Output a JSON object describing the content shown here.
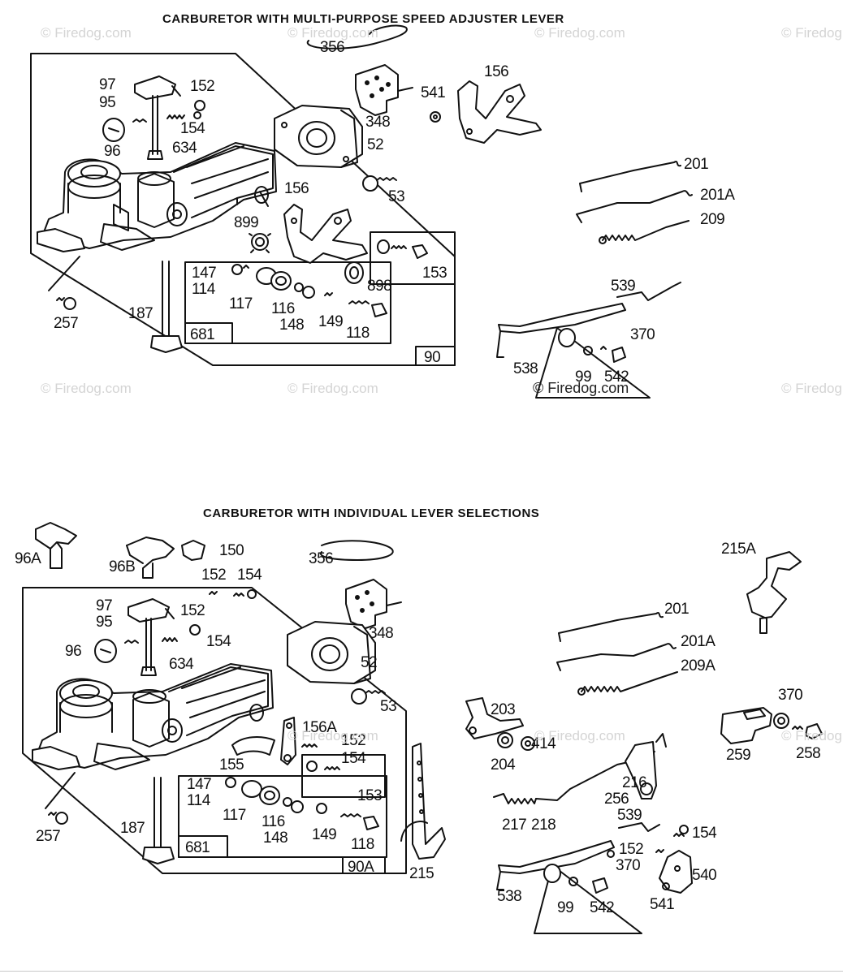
{
  "diagram_1": {
    "title": "CARBURETOR WITH MULTI-PURPOSE SPEED ADJUSTER LEVER",
    "part_labels": [
      "356",
      "97",
      "152",
      "95",
      "154",
      "96",
      "634",
      "348",
      "541",
      "156",
      "52",
      "53",
      "201",
      "201A",
      "209",
      "899",
      "156",
      "153",
      "147",
      "114",
      "117",
      "116",
      "148",
      "149",
      "118",
      "898",
      "257",
      "187",
      "681",
      "90",
      "539",
      "370",
      "538",
      "99",
      "542"
    ]
  },
  "diagram_2": {
    "title": "CARBURETOR WITH INDIVIDUAL LEVER SELECTIONS",
    "part_labels": [
      "96A",
      "96B",
      "150",
      "152",
      "154",
      "356",
      "348",
      "215A",
      "97",
      "152",
      "95",
      "154",
      "96",
      "634",
      "52",
      "53",
      "201",
      "201A",
      "209A",
      "203",
      "414",
      "204",
      "370",
      "259",
      "258",
      "156A",
      "152",
      "154",
      "155",
      "153",
      "147",
      "114",
      "117",
      "116",
      "148",
      "149",
      "118",
      "257",
      "187",
      "681",
      "90A",
      "215",
      "216",
      "256",
      "217",
      "218",
      "539",
      "152",
      "154",
      "370",
      "540",
      "538",
      "99",
      "542",
      "541"
    ]
  },
  "watermark": "© Firedog.com"
}
